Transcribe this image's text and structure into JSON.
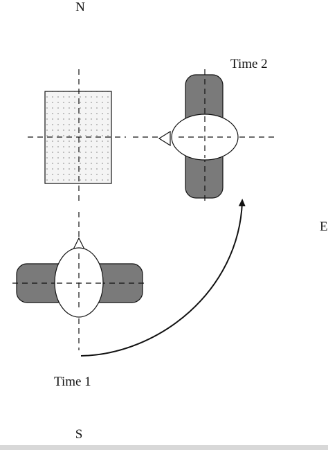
{
  "labels": {
    "north": "N",
    "south": "S",
    "east": "E",
    "time1": "Time 1",
    "time2": "Time 2"
  },
  "colors": {
    "background": "#ffffff",
    "ink": "#111111",
    "shaded_body": "#7a7a7a",
    "stippled_fill": "#f4f4f4",
    "stipple_dot": "#9a9a9a",
    "head_fill": "#ffffff"
  }
}
